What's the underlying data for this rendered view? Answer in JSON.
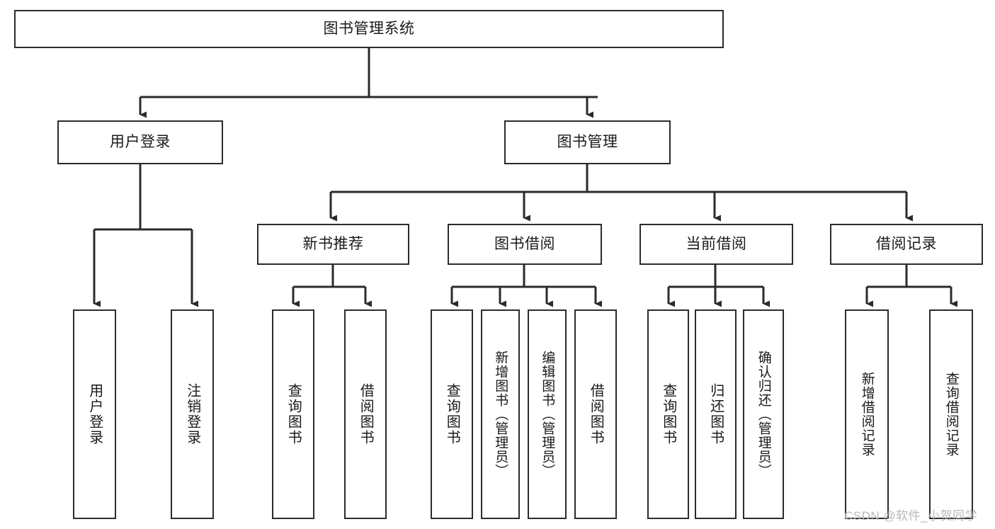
{
  "diagram": {
    "title": "图书管理系统",
    "type": "tree-hierarchy-chart",
    "colors": {
      "node_border": "#2b2b2b",
      "node_fill": "#ffffff",
      "edge": "#2b2b2b",
      "text": "#1a1a1a",
      "watermark": "#b9b9b9",
      "background": "#ffffff"
    },
    "watermark": "CSDN @软件_小贺同学",
    "nodes": {
      "root": {
        "label": "图书管理系统"
      },
      "level2": [
        {
          "id": "user-login",
          "label": "用户登录"
        },
        {
          "id": "book-manage",
          "label": "图书管理"
        }
      ],
      "level3": [
        {
          "id": "new-book-recommend",
          "label": "新书推荐"
        },
        {
          "id": "book-borrow",
          "label": "图书借阅"
        },
        {
          "id": "current-borrow",
          "label": "当前借阅"
        },
        {
          "id": "borrow-record",
          "label": "借阅记录"
        }
      ],
      "leaves": {
        "user_login": [
          {
            "id": "leaf-user-login",
            "label": "用户登录"
          },
          {
            "id": "leaf-logout-login",
            "label": "注销登录"
          }
        ],
        "new_book_recommend": [
          {
            "id": "leaf-query-book-1",
            "label": "查询图书"
          },
          {
            "id": "leaf-borrow-book-1",
            "label": "借阅图书"
          }
        ],
        "book_borrow": [
          {
            "id": "leaf-query-book-2",
            "label": "查询图书"
          },
          {
            "id": "leaf-add-book",
            "label": "新增图书（管理员）"
          },
          {
            "id": "leaf-edit-book",
            "label": "编辑图书（管理员）"
          },
          {
            "id": "leaf-borrow-book-2",
            "label": "借阅图书"
          }
        ],
        "current_borrow": [
          {
            "id": "leaf-query-book-3",
            "label": "查询图书"
          },
          {
            "id": "leaf-return-book",
            "label": "归还图书"
          },
          {
            "id": "leaf-confirm-return",
            "label": "确认归还（管理员）"
          }
        ],
        "borrow_record": [
          {
            "id": "leaf-add-borrow-record",
            "label": "新增借阅记录"
          },
          {
            "id": "leaf-query-borrow-record",
            "label": "查询借阅记录"
          }
        ]
      }
    }
  }
}
